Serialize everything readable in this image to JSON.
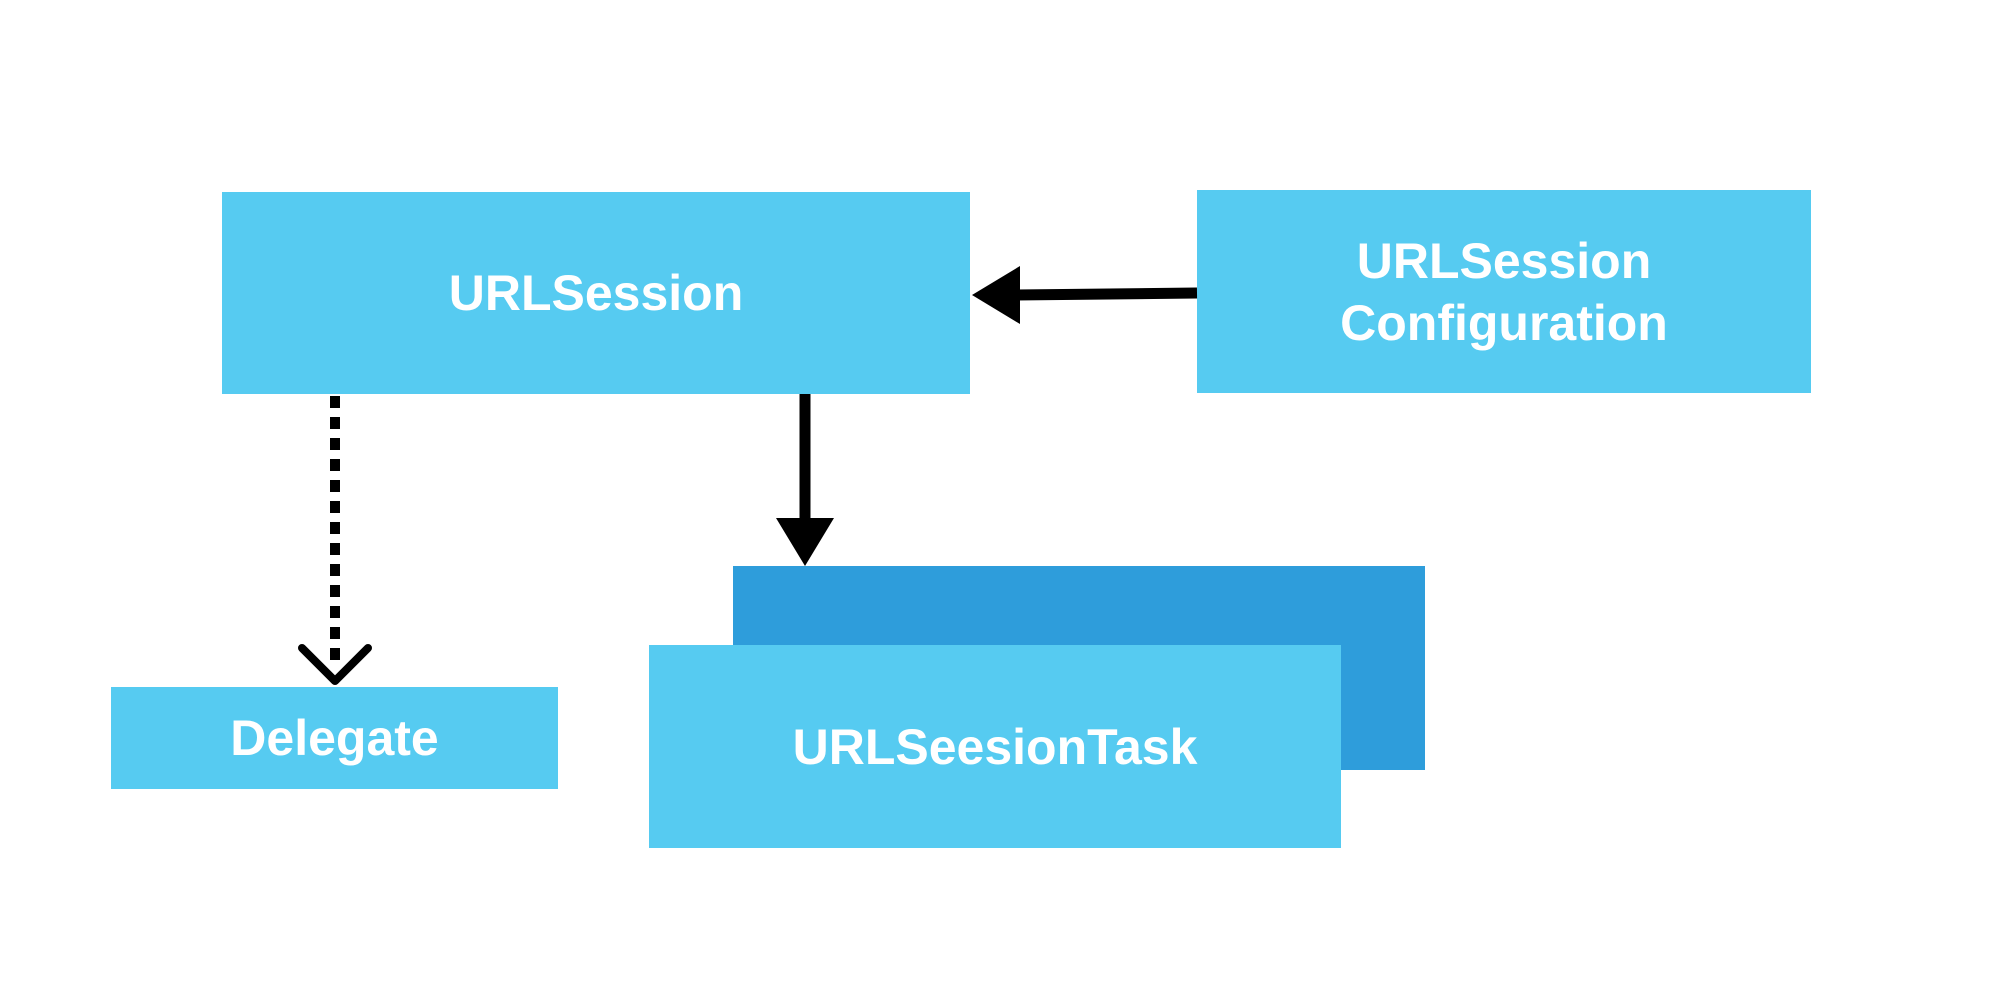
{
  "nodes": {
    "urlsession": {
      "label": "URLSession"
    },
    "configuration": {
      "line1": "URLSession",
      "line2": "Configuration"
    },
    "delegate": {
      "label": "Delegate"
    },
    "task": {
      "label": "URLSeesionTask"
    }
  },
  "edges": [
    {
      "from": "configuration",
      "to": "urlsession",
      "style": "solid",
      "arrowhead": "filled-triangle"
    },
    {
      "from": "urlsession",
      "to": "task",
      "style": "solid",
      "arrowhead": "filled-triangle"
    },
    {
      "from": "urlsession",
      "to": "delegate",
      "style": "dotted",
      "arrowhead": "open-chevron"
    }
  ],
  "colors": {
    "box_light": "#56CBF1",
    "box_dark": "#2E9DDB",
    "text": "#FFFFFF",
    "arrow": "#000000"
  }
}
